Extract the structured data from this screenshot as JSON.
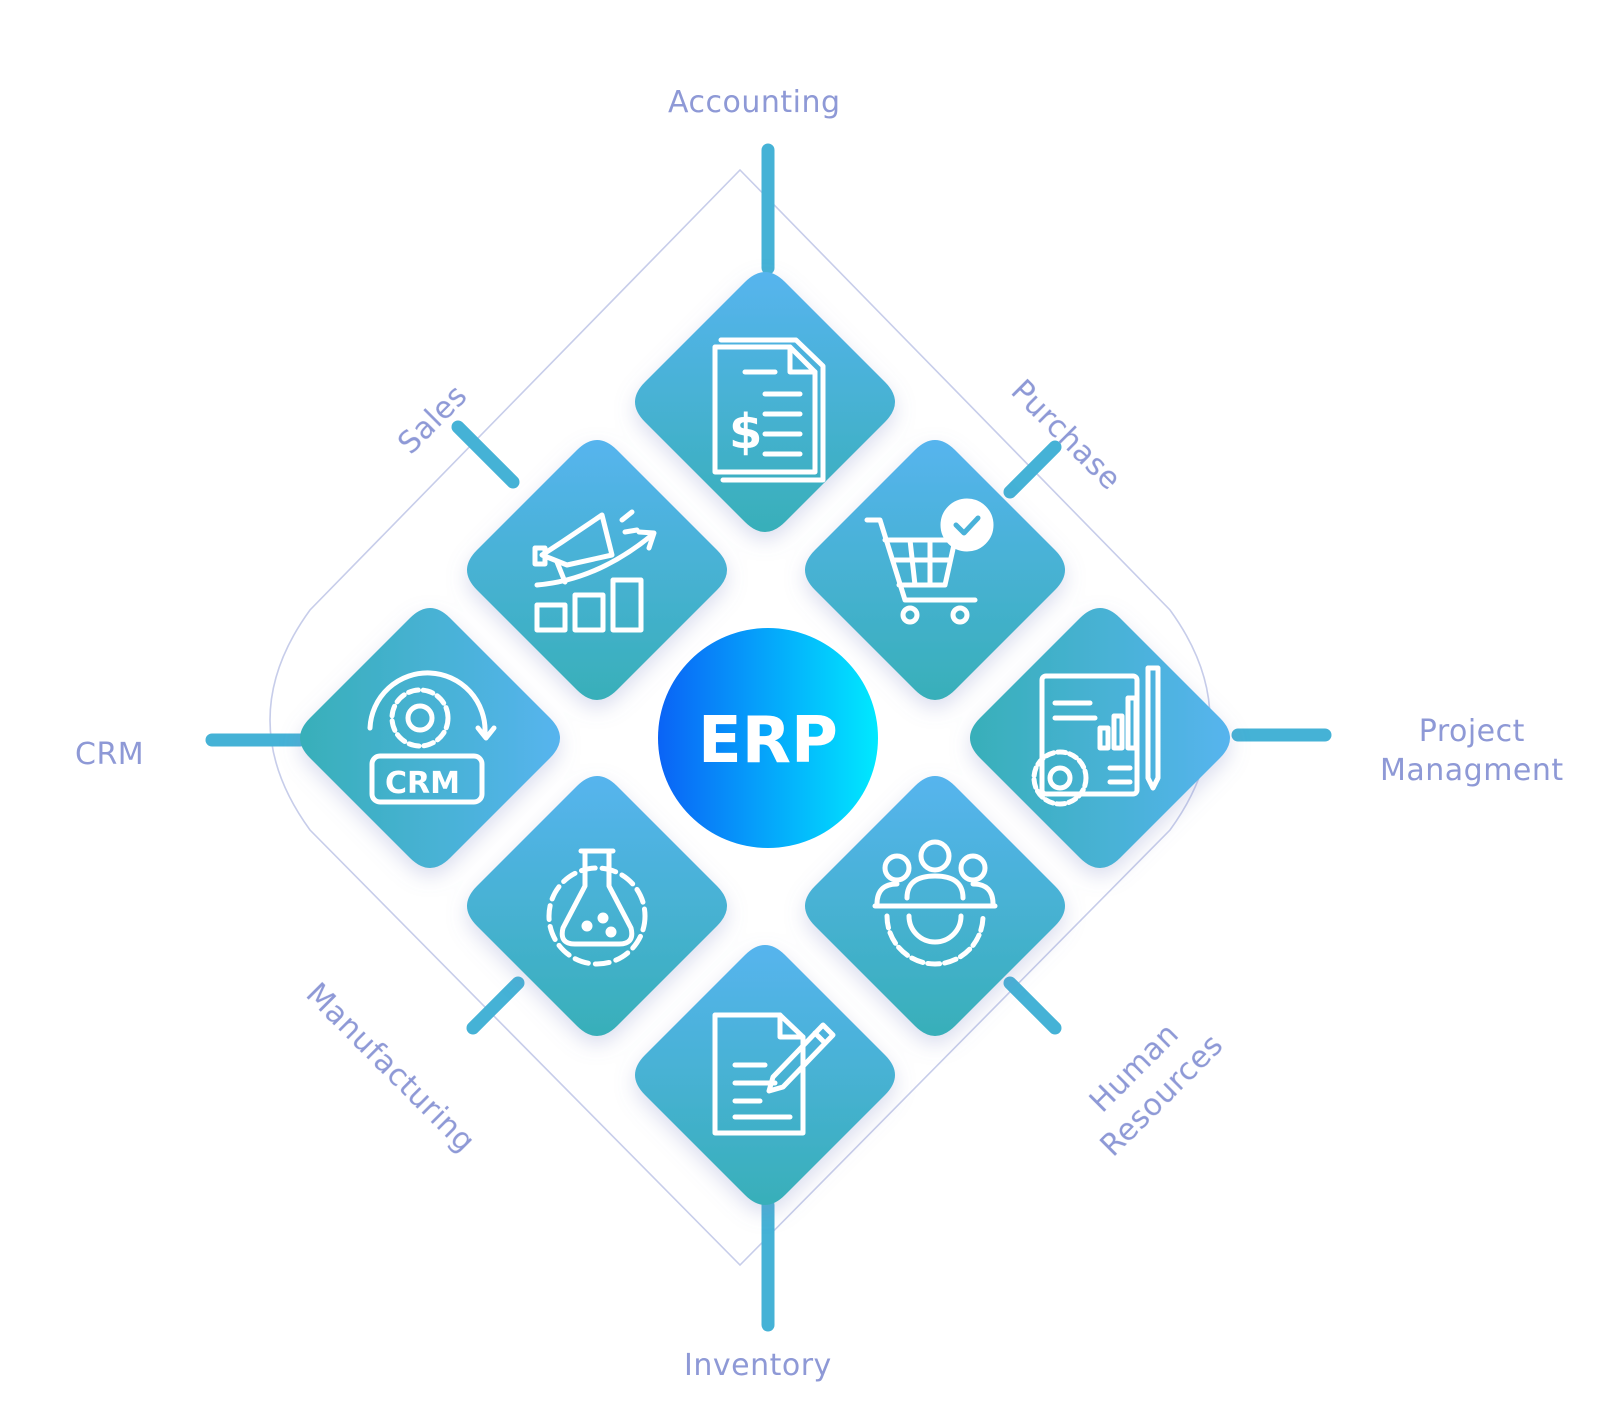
{
  "center": {
    "label": "ERP"
  },
  "modules": {
    "accounting": {
      "label": "Accounting",
      "icon": "invoice-dollar-icon"
    },
    "purchase": {
      "label": "Purchase",
      "icon": "shopping-cart-check-icon"
    },
    "project": {
      "line1": "Project",
      "line2": "Managment",
      "icon": "project-plan-gear-icon"
    },
    "hr": {
      "line1": "Human",
      "line2": "Resources",
      "icon": "team-gear-icon"
    },
    "inventory": {
      "label": "Inventory",
      "icon": "document-edit-icon"
    },
    "manufacturing": {
      "label": "Manufacturing",
      "icon": "flask-gear-icon"
    },
    "crm": {
      "label": "CRM",
      "icon": "crm-gear-icon",
      "badge": "CRM"
    },
    "sales": {
      "label": "Sales",
      "icon": "megaphone-growth-chart-icon"
    }
  },
  "colors": {
    "label": "#8e99d6",
    "tile_top": "#56b4ee",
    "tile_bottom": "#38afb9",
    "connector": "#45b2d6",
    "outline": "#c7cdea",
    "erp_gradient_start": "#0a63f6",
    "erp_gradient_end": "#00e9ff"
  }
}
